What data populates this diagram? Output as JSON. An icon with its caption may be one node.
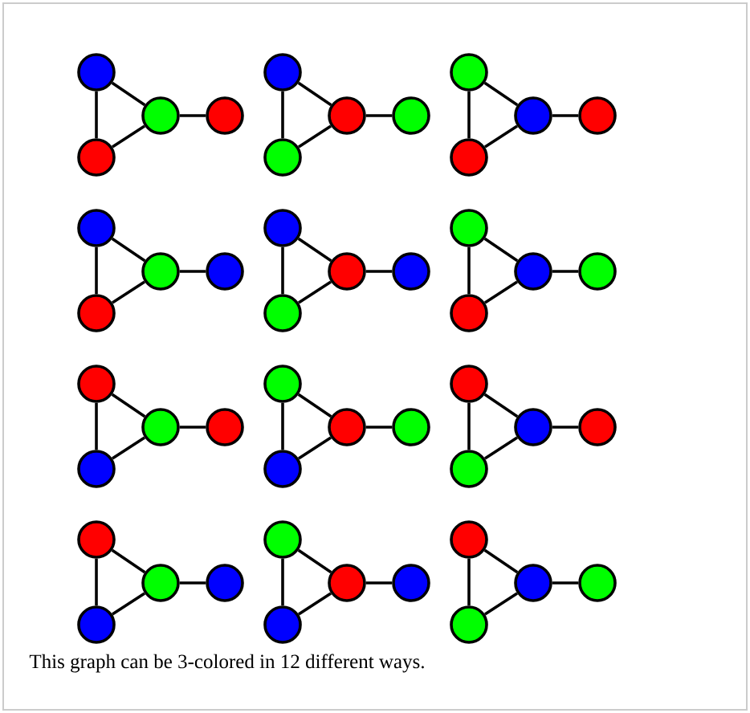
{
  "diagram": {
    "caption": "This graph can be 3-colored in 12 different ways.",
    "nodes": [
      {
        "text": [],
        "shape": "circle"
      },
      {
        "text": [],
        "shape": "circle"
      },
      {
        "text": [],
        "shape": "circle"
      },
      {
        "text": [],
        "shape": "circle"
      },
      {
        "text": [],
        "shape": "circle"
      },
      {
        "text": [],
        "shape": "circle"
      },
      {
        "text": [],
        "shape": "circle"
      },
      {
        "text": [],
        "shape": "circle"
      },
      {
        "text": [],
        "shape": "circle"
      },
      {
        "text": [],
        "shape": "circle"
      },
      {
        "text": [],
        "shape": "circle"
      },
      {
        "text": [],
        "shape": "circle"
      },
      {
        "text": [],
        "shape": "circle"
      },
      {
        "text": [],
        "shape": "circle"
      },
      {
        "text": [],
        "shape": "circle"
      },
      {
        "text": [],
        "shape": "circle"
      },
      {
        "text": [],
        "shape": "circle"
      },
      {
        "text": [],
        "shape": "circle"
      },
      {
        "text": [],
        "shape": "circle"
      },
      {
        "text": [],
        "shape": "circle"
      },
      {
        "text": [],
        "shape": "circle"
      },
      {
        "text": [],
        "shape": "circle"
      },
      {
        "text": [],
        "shape": "circle"
      },
      {
        "text": [],
        "shape": "circle"
      },
      {
        "text": [],
        "shape": "circle"
      },
      {
        "text": [],
        "shape": "circle"
      },
      {
        "text": [],
        "shape": "circle"
      },
      {
        "text": [],
        "shape": "circle"
      },
      {
        "text": [],
        "shape": "circle"
      },
      {
        "text": [],
        "shape": "circle"
      },
      {
        "text": [],
        "shape": "circle"
      },
      {
        "text": [],
        "shape": "circle"
      },
      {
        "text": [],
        "shape": "circle"
      },
      {
        "text": [],
        "shape": "circle"
      },
      {
        "text": [],
        "shape": "circle"
      },
      {
        "text": [],
        "shape": "circle"
      },
      {
        "text": [],
        "shape": "circle"
      },
      {
        "text": [],
        "shape": "circle"
      },
      {
        "text": [],
        "shape": "circle"
      },
      {
        "text": [],
        "shape": "circle"
      },
      {
        "text": [],
        "shape": "circle"
      },
      {
        "text": [],
        "shape": "circle"
      },
      {
        "text": [],
        "shape": "circle"
      },
      {
        "text": [],
        "shape": "circle"
      },
      {
        "text": [],
        "shape": "circle"
      },
      {
        "text": [],
        "shape": "circle"
      },
      {
        "text": [],
        "shape": "circle"
      },
      {
        "text": [],
        "shape": "circle"
      }
    ],
    "edges": [
      {
        "from": 0,
        "to": 1,
        "arrow": "none"
      },
      {
        "from": 0,
        "to": 2,
        "arrow": "none"
      },
      {
        "from": 1,
        "to": 2,
        "arrow": "none"
      },
      {
        "from": 2,
        "to": 3,
        "arrow": "none"
      },
      {
        "from": 4,
        "to": 5,
        "arrow": "none"
      },
      {
        "from": 4,
        "to": 6,
        "arrow": "none"
      },
      {
        "from": 5,
        "to": 6,
        "arrow": "none"
      },
      {
        "from": 6,
        "to": 7,
        "arrow": "none"
      },
      {
        "from": 8,
        "to": 9,
        "arrow": "none"
      },
      {
        "from": 8,
        "to": 10,
        "arrow": "none"
      },
      {
        "from": 9,
        "to": 10,
        "arrow": "none"
      },
      {
        "from": 10,
        "to": 11,
        "arrow": "none"
      },
      {
        "from": 12,
        "to": 13,
        "arrow": "none"
      },
      {
        "from": 12,
        "to": 14,
        "arrow": "none"
      },
      {
        "from": 13,
        "to": 14,
        "arrow": "none"
      },
      {
        "from": 14,
        "to": 15,
        "arrow": "none"
      },
      {
        "from": 16,
        "to": 17,
        "arrow": "none"
      },
      {
        "from": 16,
        "to": 18,
        "arrow": "none"
      },
      {
        "from": 17,
        "to": 18,
        "arrow": "none"
      },
      {
        "from": 18,
        "to": 19,
        "arrow": "none"
      },
      {
        "from": 20,
        "to": 21,
        "arrow": "none"
      },
      {
        "from": 20,
        "to": 22,
        "arrow": "none"
      },
      {
        "from": 21,
        "to": 22,
        "arrow": "none"
      },
      {
        "from": 22,
        "to": 23,
        "arrow": "none"
      },
      {
        "from": 24,
        "to": 25,
        "arrow": "none"
      },
      {
        "from": 24,
        "to": 26,
        "arrow": "none"
      },
      {
        "from": 25,
        "to": 26,
        "arrow": "none"
      },
      {
        "from": 26,
        "to": 27,
        "arrow": "none"
      },
      {
        "from": 28,
        "to": 29,
        "arrow": "none"
      },
      {
        "from": 28,
        "to": 30,
        "arrow": "none"
      },
      {
        "from": 29,
        "to": 30,
        "arrow": "none"
      },
      {
        "from": 30,
        "to": 31,
        "arrow": "none"
      },
      {
        "from": 32,
        "to": 33,
        "arrow": "none"
      },
      {
        "from": 32,
        "to": 34,
        "arrow": "none"
      },
      {
        "from": 33,
        "to": 34,
        "arrow": "none"
      },
      {
        "from": 34,
        "to": 35,
        "arrow": "none"
      },
      {
        "from": 36,
        "to": 37,
        "arrow": "none"
      },
      {
        "from": 36,
        "to": 38,
        "arrow": "none"
      },
      {
        "from": 37,
        "to": 38,
        "arrow": "none"
      },
      {
        "from": 38,
        "to": 39,
        "arrow": "none"
      },
      {
        "from": 40,
        "to": 41,
        "arrow": "none"
      },
      {
        "from": 40,
        "to": 42,
        "arrow": "none"
      },
      {
        "from": 41,
        "to": 42,
        "arrow": "none"
      },
      {
        "from": 42,
        "to": 43,
        "arrow": "none"
      },
      {
        "from": 44,
        "to": 45,
        "arrow": "none"
      },
      {
        "from": 44,
        "to": 46,
        "arrow": "none"
      },
      {
        "from": 45,
        "to": 46,
        "arrow": "none"
      },
      {
        "from": 46,
        "to": 47,
        "arrow": "none"
      }
    ]
  }
}
